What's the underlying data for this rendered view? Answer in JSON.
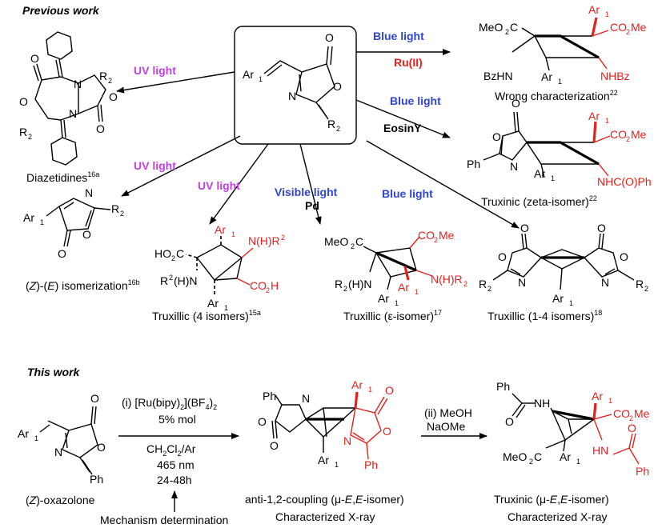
{
  "headers": {
    "previous": "Previous work",
    "this": "This work"
  },
  "conditions": {
    "uv_diazetidine": "UV light",
    "uv_isomer": "UV light",
    "uv_truxillic": "UV light",
    "visible": "Visible light",
    "pd": "Pd",
    "blue_mid": "Blue light",
    "blue_top": "Blue light",
    "ru": "Ru(II)",
    "blue_eosin": "Blue light",
    "eosin": "EosinY",
    "step1_a": "(i) [Ru(bipy)",
    "step1_b": "](BF",
    "step1_c": ")",
    "step1_pct": "5% mol",
    "step1_solvent": "CH",
    "step1_solvent2": "Cl",
    "step1_solvent3": "/Ar",
    "step1_nm": "465 nm",
    "step1_time": "24-48h",
    "step2_a": "(ii) MeOH",
    "step2_b": "NaOMe"
  },
  "captions": {
    "wrong": "Wrong characterization",
    "wrong_ref": "22",
    "truxinic_zeta": "Truxinic (zeta-isomer)",
    "truxinic_zeta_ref": "22",
    "diazetidines": "Diazetidines",
    "diazetidines_ref": "16a",
    "isomerization_a": "(",
    "isomerization_z": "Z",
    "isomerization_b": ")-(",
    "isomerization_e": "E",
    "isomerization_c": ") isomerization",
    "isomerization_ref": "16b",
    "truxillic4": "Truxillic (4 isomers)",
    "truxillic4_ref": "15a",
    "truxillic_eps": "Truxillic (ε-isomer)",
    "truxillic_eps_ref": "17",
    "truxillic14": "Truxillic (1-4 isomers)",
    "truxillic14_ref": "18",
    "z_oxazolone_a": "(",
    "z_oxazolone_z": "Z",
    "z_oxazolone_b": ")-oxazolone",
    "mechanism": "Mechanism determination",
    "anti_coupling": "anti-1,2-coupling (μ-",
    "anti_coupling_e1": "E",
    "anti_coupling_mid": ",",
    "anti_coupling_e2": "E",
    "anti_coupling_end": "-isomer)",
    "xray1": "Characterized X-ray",
    "truxinic_mu": "Truxinic (μ-",
    "truxinic_mu_e1": "E",
    "truxinic_mu_mid": ",",
    "truxinic_mu_e2": "E",
    "truxinic_mu_end": "-isomer)",
    "xray2": "Characterized X-ray"
  },
  "atoms": {
    "ar1": "Ar",
    "one": "1",
    "r2": "R",
    "two": "2",
    "o": "O",
    "n": "N",
    "ph": "Ph",
    "meo2c": "MeO",
    "co2me": "CO",
    "me": "Me",
    "bzhn": "BzHN",
    "nhbz": "NHBz",
    "nhcoph": "NHC(O)Ph",
    "ho2c": "HO",
    "c": "C",
    "co2h": "CO",
    "h": "H",
    "nhr2": "N(H)R",
    "r2hn": "R",
    "hn": "(H)N",
    "r2hn_b": "(H)N",
    "nh": "NH",
    "hn_left": "HN"
  },
  "colors": {
    "red": "#e8201c",
    "blue": "#2f45d8",
    "purple": "#c33fe0"
  }
}
